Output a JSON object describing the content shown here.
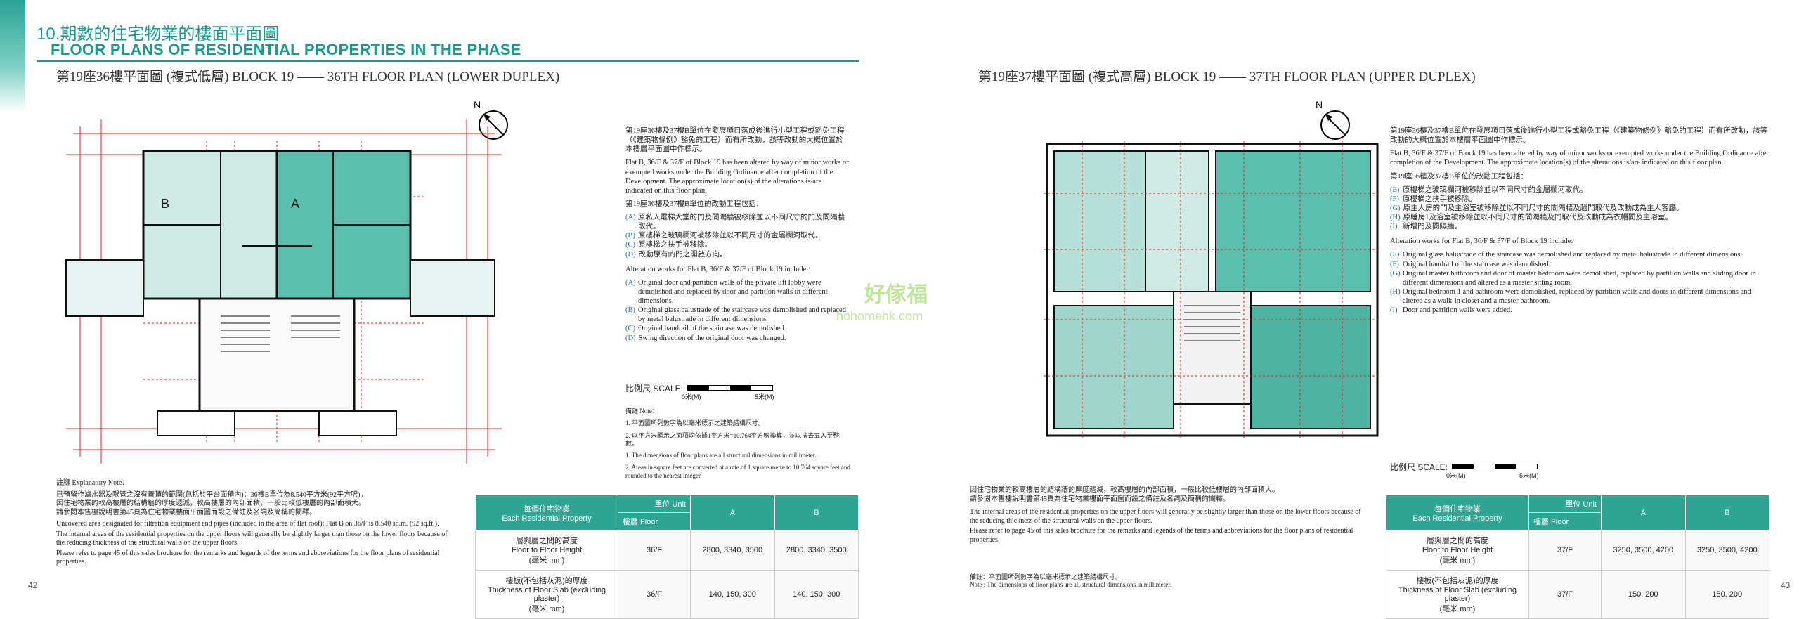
{
  "header": {
    "section_title": "10.期數的住宅物業的樓面平面圖",
    "section_subtitle": "FLOOR PLANS OF RESIDENTIAL PROPERTIES IN THE PHASE"
  },
  "left_page": {
    "title": "第19座36樓平面圖 (複式低層)  BLOCK 19 —— 36TH FLOOR PLAN (LOWER DUPLEX)",
    "flat_labels": [
      "B",
      "A"
    ],
    "notes_zh": "第19座36樓及37樓B單位在發展項目落成後進行小型工程或豁免工程（《建築物條例》豁免的工程）而有所改動，該等改動的大概位置於本樓層平面圖中作標示。",
    "notes_en": "Flat B, 36/F & 37/F of Block 19 has been altered by way of minor works or exempted works under the Building Ordinance after completion of the Development. The approximate location(s) of the alterations is/are indicated on this floor plan.",
    "works_zh_heading": "第19座36樓及37樓B單位的改動工程包括：",
    "works_zh": [
      {
        "k": "(A)",
        "t": "原私人電梯大堂的門及間隔牆被移除並以不同尺寸的門及間隔牆取代。"
      },
      {
        "k": "(B)",
        "t": "原樓梯之玻璃欄河被移除並以不同尺寸的金屬欄河取代。"
      },
      {
        "k": "(C)",
        "t": "原樓梯之扶手被移除。"
      },
      {
        "k": "(D)",
        "t": "改動原有的門之開啟方向。"
      }
    ],
    "works_en_heading": "Alteration works for Flat B, 36/F & 37/F of Block 19 include:",
    "works_en": [
      {
        "k": "(A)",
        "t": "Original door and partition walls of the private lift lobby were demolished and replaced by door and partition walls in different dimensions."
      },
      {
        "k": "(B)",
        "t": "Original glass balustrade of the staircase was demolished and replaced by metal balustrade in different dimensions."
      },
      {
        "k": "(C)",
        "t": "Original handrail of the staircase was demolished."
      },
      {
        "k": "(D)",
        "t": "Swing direction of the original door was changed."
      }
    ],
    "scale_label": "比例尺 SCALE:",
    "scale_0": "0米(M)",
    "scale_5": "5米(M)",
    "remarks_heading": "備註 Note：",
    "remarks": [
      "1.  平面圖所列數字為以毫米標示之建築結構尺寸。",
      "2.  以平方米顯示之面積均依據1平方米=10.764平方呎換算，並以捨去五入至整數。",
      "1.  The dimensions of floor plans are all structural dimensions in millimeter.",
      "2.  Areas in square feet are converted at a rate of 1 square metre to 10.764 square feet and rounded to the nearest integer."
    ],
    "explanatory_heading": "註腳 Explanatory Note：",
    "explanatory": [
      "已預留作濾水器及喉管之沒有蓋頂的範圍(包括於平台面積內)：36樓B單位為8.540平方米(92平方呎)。",
      "因住宅物業的較高樓層的結構牆的厚度遞減，較高樓層的內部面積，一般比較低樓層的內部面積大。",
      "請參閱本售樓說明書第45頁為住宅物業樓面平面圖而設之備註及名詞及簡稱的闡釋。",
      "Uncovered area designated for filtration equipment and pipes (included in the area of flat roof): Flat B on 36/F is 8.540 sq.m. (92 sq.ft.).",
      "The internal areas of the residential properties on the upper floors will generally be slightly larger than those on the lower floors because of the reducing thickness of the structural walls on the upper floors.",
      "Please refer to page 45 of this sales brochure for the remarks and legends of the terms and abbreviations for the floor plans of residential properties."
    ],
    "table": {
      "h_prop_zh": "每個住宅物業",
      "h_prop_en": "Each Residential Property",
      "h_unit": "單位 Unit",
      "h_floor": "樓層 Floor",
      "h_a": "A",
      "h_b": "B",
      "r1_zh": "層與層之間的高度",
      "r1_en": "Floor to Floor Height",
      "r1_unit": "(毫米 mm)",
      "r1_floor": "36/F",
      "r1_a": "2800, 3340, 3500",
      "r1_b": "2800, 3340, 3500",
      "r2_zh": "樓板(不包括灰泥)的厚度",
      "r2_en": "Thickness of Floor Slab (excluding plaster)",
      "r2_unit": "(毫米 mm)",
      "r2_floor": "36/F",
      "r2_a": "140, 150, 300",
      "r2_b": "140, 150, 300"
    },
    "page_number": "42"
  },
  "right_page": {
    "title": "第19座37樓平面圖 (複式高層)  BLOCK 19 —— 37TH FLOOR PLAN (UPPER DUPLEX)",
    "notes_zh": "第19座36樓及37樓B單位在發展項目落成後進行小型工程或豁免工程（《建築物條例》豁免的工程）而有所改動，該等改動的大概位置於本樓層平面圖中作標示。",
    "notes_en": "Flat B, 36/F & 37/F of Block 19 has been altered by way of minor works or exempted works under the Building Ordinance after completion of the Development. The approximate location(s) of the alterations is/are indicated on this floor plan.",
    "works_zh_heading": "第19座36樓及37樓B單位的改動工程包括：",
    "works_zh": [
      {
        "k": "(E)",
        "t": "原樓梯之玻璃欄河被移除並以不同尺寸的金屬欄河取代。"
      },
      {
        "k": "(F)",
        "t": "原樓梯之扶手被移除。"
      },
      {
        "k": "(G)",
        "t": "原主人房的門及主浴室被移除並以不同尺寸的間隔牆及趟門取代及改動成為主人客廳。"
      },
      {
        "k": "(H)",
        "t": "原睡房1及浴室被移除並以不同尺寸的間隔牆及門取代及改動成為衣帽間及主浴室。"
      },
      {
        "k": "(I)",
        "t": "新增門及間隔牆。"
      }
    ],
    "works_en_heading": "Alteration works for Flat B, 36/F & 37/F of Block 19 include:",
    "works_en": [
      {
        "k": "(E)",
        "t": "Original glass balustrade of the staircase was demolished and replaced by metal balustrade in different dimensions."
      },
      {
        "k": "(F)",
        "t": "Original handrail of the staircase was demolished."
      },
      {
        "k": "(G)",
        "t": "Original master bathroom and door of master bedroom were demolished, replaced by partition walls and sliding door in different dimensions and altered as a master sitting room."
      },
      {
        "k": "(H)",
        "t": "Original bedroom 1 and bathroom were demolished, replaced by partition walls and doors in different dimensions and altered as a walk-in closet and a master bathroom."
      },
      {
        "k": "(I)",
        "t": "Door and partition walls were added."
      }
    ],
    "scale_label": "比例尺 SCALE:",
    "scale_0": "0米(M)",
    "scale_5": "5米(M)",
    "explanatory": [
      "因住宅物業的較高樓層的結構牆的厚度遞減，較高樓層的內部面積，一般比較低樓層的內部面積大。",
      "請參閱本售樓說明書第45頁為住宅物業樓面平面圖而設之備註及名詞及簡稱的闡釋。",
      "The internal areas of the residential properties on the upper floors will generally be slightly larger than those on the lower floors because of the reducing thickness of the structural walls on the upper floors.",
      "Please refer to page 45 of this sales brochure for the remarks and legends of the terms and abbreviations for the floor plans of residential properties."
    ],
    "remark_zh": "備註：平面圖所列數字為以毫米標示之建築結構尺寸。",
    "remark_en": "Note : The dimensions of floor plans are all structural dimensions in millimeter.",
    "table": {
      "h_prop_zh": "每個住宅物業",
      "h_prop_en": "Each Residential Property",
      "h_unit": "單位 Unit",
      "h_floor": "樓層 Floor",
      "h_a": "A",
      "h_b": "B",
      "r1_zh": "層與層之間的高度",
      "r1_en": "Floor to Floor Height",
      "r1_unit": "(毫米 mm)",
      "r1_floor": "37/F",
      "r1_a": "3250, 3500, 4200",
      "r1_b": "3250, 3500, 4200",
      "r2_zh": "樓板(不包括灰泥)的厚度",
      "r2_en": "Thickness of Floor Slab (excluding plaster)",
      "r2_unit": "(毫米 mm)",
      "r2_floor": "37/F",
      "r2_a": "150, 200",
      "r2_b": "150, 200"
    },
    "page_number": "43"
  },
  "watermark": {
    "zh": "好傢福",
    "en": "hohomehk.com"
  },
  "colors": {
    "teal": "#2ea493",
    "plan_teal": "#9fd6cc",
    "dim_red": "#e02020"
  }
}
